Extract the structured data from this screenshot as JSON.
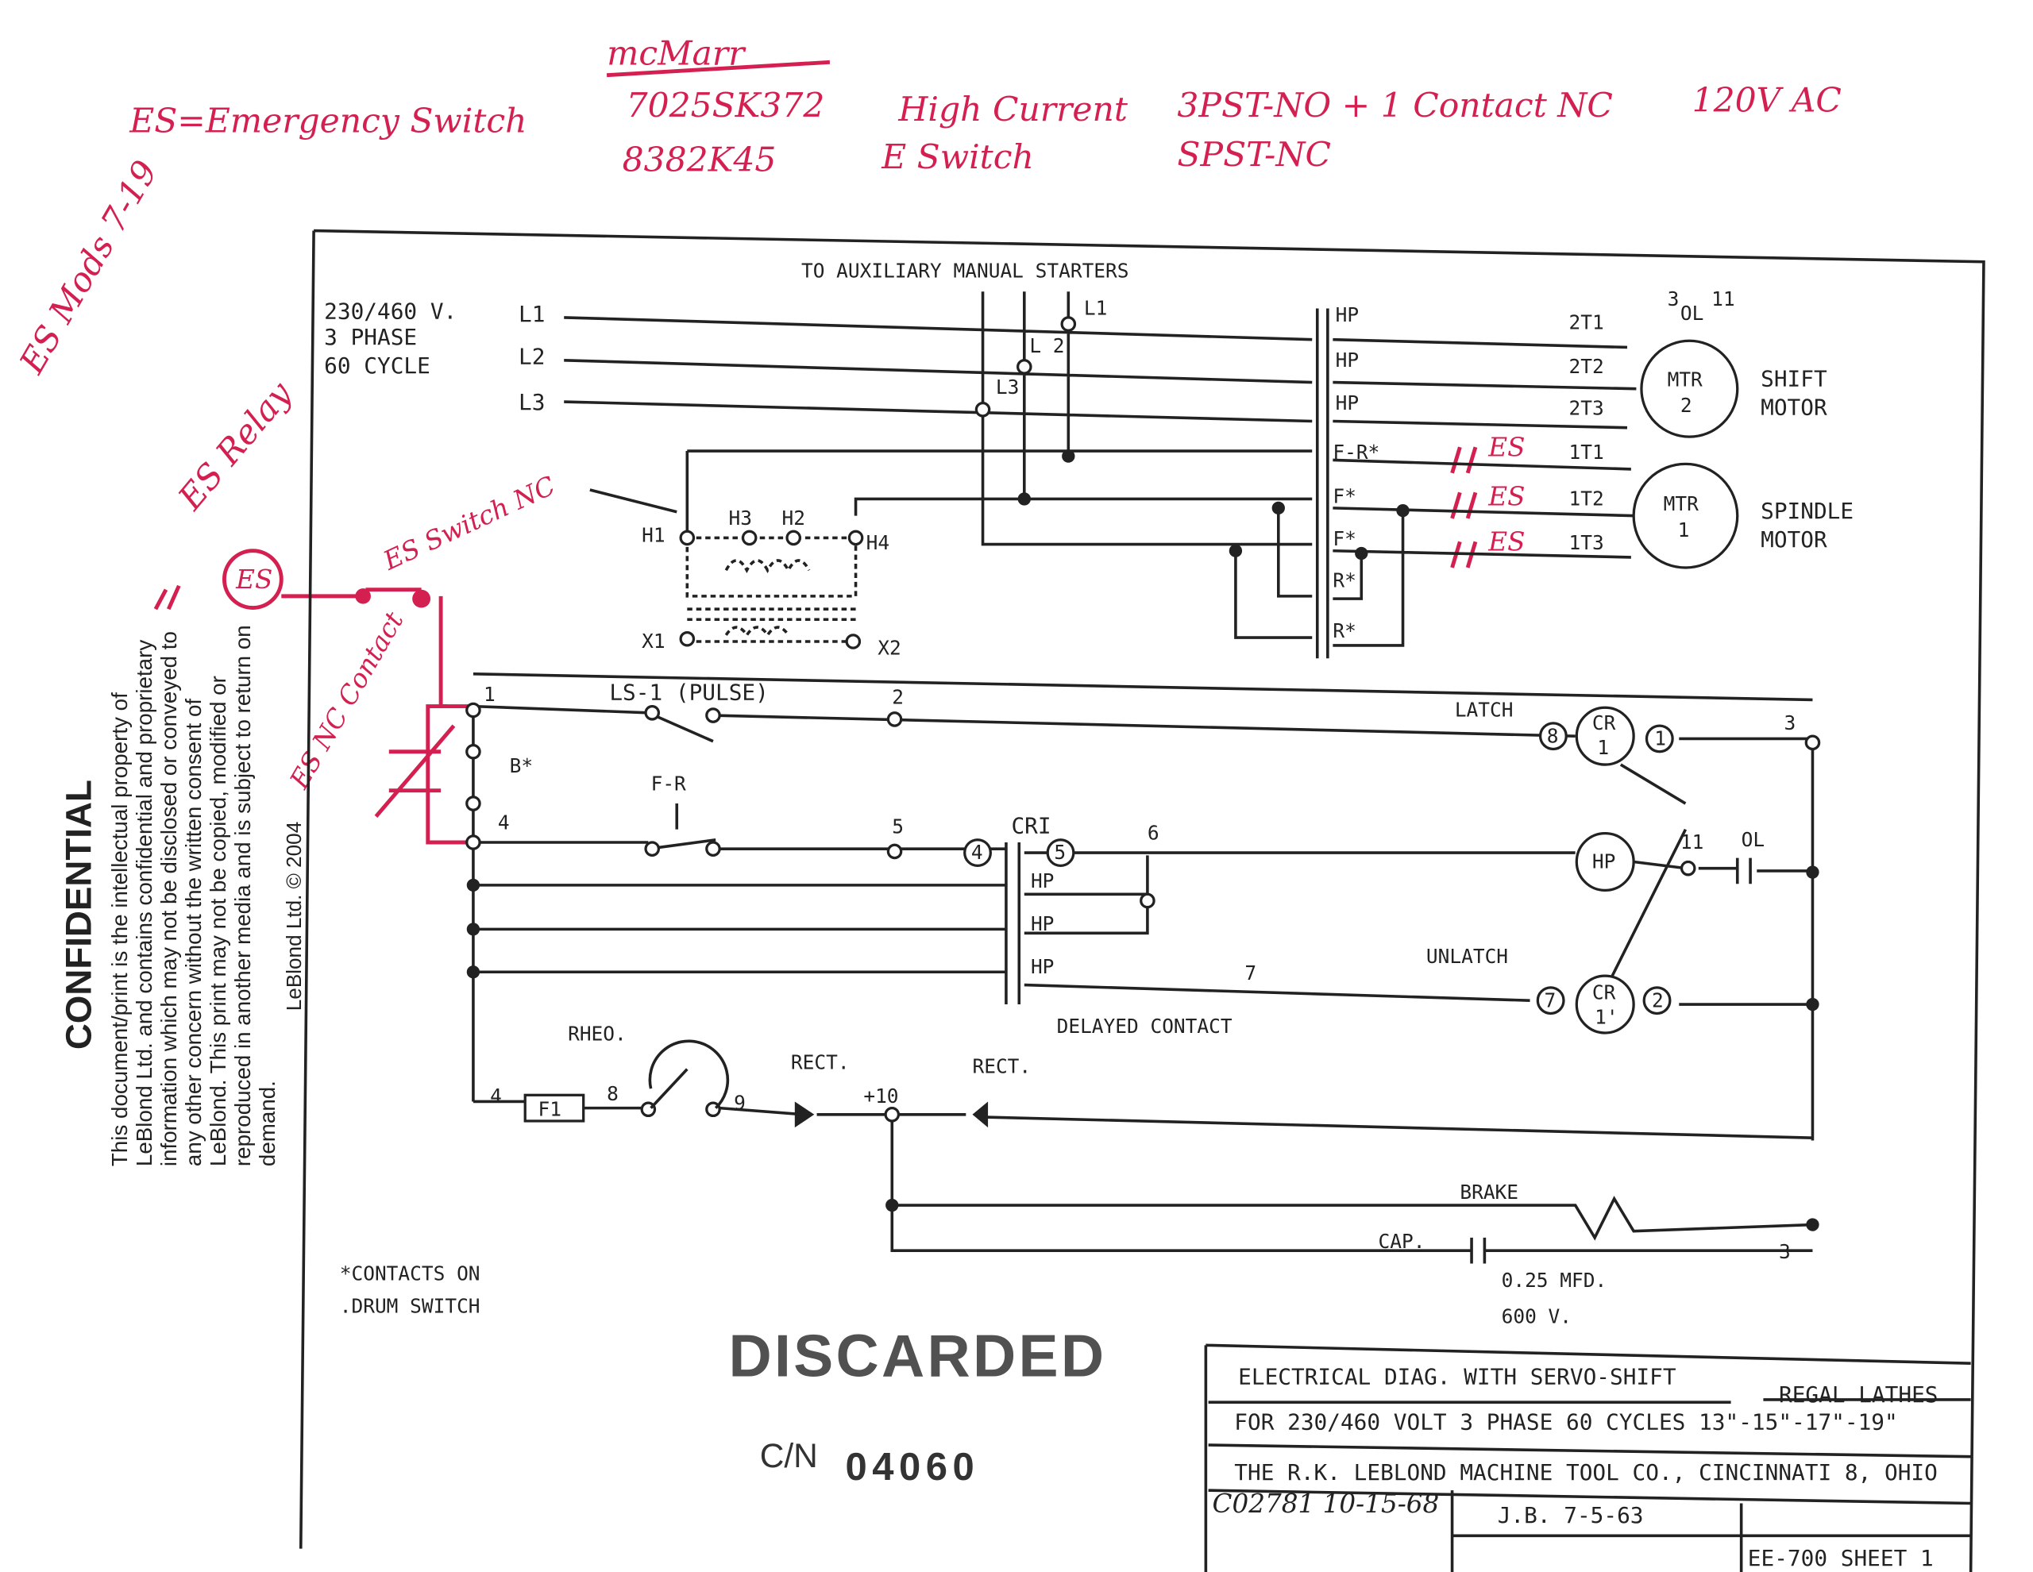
{
  "annotations": {
    "supplier": "mcMarr",
    "es_definition": "ES=Emergency Switch",
    "part1": "7025SK372",
    "part1_desc": "High Current",
    "part1_spec": "3PST-NO + 1 Contact NC",
    "part1_voltage": "120V AC",
    "part2": "8382K45",
    "part2_desc": "E Switch",
    "part2_spec": "SPST-NC",
    "mods_note": "ES Mods 7-19",
    "relay_note": "ES Relay",
    "switch_note": "ES Switch NC",
    "contact_note": "ES NC Contact",
    "es_circle": "ES",
    "es_marks": [
      "ES",
      "ES",
      "ES"
    ]
  },
  "confidential": {
    "heading": "CONFIDENTIAL",
    "lines": [
      "This document/print is the intellectual property of",
      "LeBlond Ltd. and contains confidential and proprietary",
      "information which may not be disclosed or conveyed to",
      "any other concern without the written consent of",
      "LeBlond. This print may not be copied, modified or",
      "reproduced in another media and is subject to return on",
      "demand."
    ],
    "copyright": "LeBlond Ltd. © 2004"
  },
  "power": {
    "aux_label": "TO AUXILIARY MANUAL STARTERS",
    "supply": [
      "230/460 V.",
      "3 PHASE",
      "60 CYCLE"
    ],
    "lines": [
      "L1",
      "L2",
      "L3"
    ],
    "aux_lines": [
      "L1",
      "L 2",
      "L3"
    ],
    "contacts": [
      "HP",
      "HP",
      "HP",
      "F-R*",
      "F*",
      "F*",
      "R*",
      "R*"
    ],
    "shift_terminals": [
      "2T1",
      "2T2",
      "2T3"
    ],
    "spindle_terminals": [
      "1T1",
      "1T2",
      "1T3"
    ],
    "ol_labels": [
      "3",
      "OL",
      "11"
    ],
    "motor2": {
      "name": "MTR",
      "num": "2",
      "label1": "SHIFT",
      "label2": "MOTOR"
    },
    "motor1": {
      "name": "MTR",
      "num": "1",
      "label1": "SPINDLE",
      "label2": "MOTOR"
    },
    "transformer": [
      "H1",
      "H3",
      "H2",
      "H4",
      "X1",
      "X2"
    ]
  },
  "control": {
    "n1": "1",
    "ls1": "LS-1 (PULSE)",
    "n2": "2",
    "latch": "LATCH",
    "cr_top": "CR",
    "cr_top_num": "1",
    "c8": "8",
    "c1": "1",
    "n3": "3",
    "bstar": "B*",
    "n4": "4",
    "fr": "F-R",
    "n5": "5",
    "cri": "CRI",
    "c4": "4",
    "c5": "5",
    "n6": "6",
    "hp_coil": "HP",
    "n11": "11",
    "ol": "OL",
    "hp_contacts": [
      "HP",
      "HP",
      "HP"
    ],
    "n7": "7",
    "unlatch": "UNLATCH",
    "cr_bot": "CR",
    "cr_bot_num": "1'",
    "c7": "7",
    "c2": "2",
    "delayed": "DELAYED CONTACT",
    "rheo": "RHEO.",
    "n4b": "4",
    "f1": "F1",
    "n8": "8",
    "n9": "9",
    "rect1": "RECT.",
    "plus10": "+10",
    "rect2": "RECT.",
    "brake": "BRAKE",
    "cap": "CAP.",
    "cap_val": "0.25 MFD.",
    "cap_v": "600 V.",
    "n3b": "3",
    "note1": "*CONTACTS ON",
    "note2": ".DRUM SWITCH"
  },
  "stamp": {
    "text": "DISCARDED",
    "cn_label": "C/N",
    "cn_num": "04060"
  },
  "title_block": {
    "title": "ELECTRICAL DIAG. WITH SERVO-SHIFT",
    "product": "REGAL LATHES",
    "spec": "FOR 230/460 VOLT 3 PHASE 60 CYCLES 13\"-15\"-17\"-19\"",
    "company": "THE R.K. LEBLOND MACHINE TOOL CO., CINCINNATI 8, OHIO",
    "revision": "C02781 10-15-68",
    "drawn": "J.B. 7-5-63",
    "sheet": "EE-700 SHEET 1"
  },
  "colors": {
    "ink": "#222222",
    "red_pen": "#d42050"
  }
}
